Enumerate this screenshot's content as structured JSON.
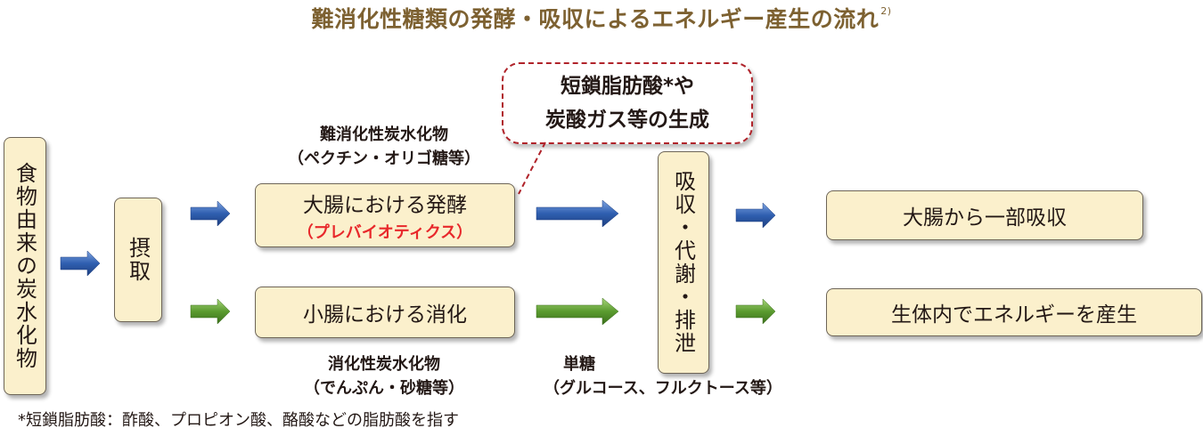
{
  "title": "難消化性糖類の発酵・吸収によるエネルギー産生の流れ",
  "title_ref": "2)",
  "nodes": {
    "food": "食物由来の炭水化物",
    "intake": "摂取",
    "large_ferment": "大腸における発酵",
    "prebiotics": "（プレバイオティクス）",
    "small_digest": "小腸における消化",
    "absorb": "吸収・代謝・排泄",
    "partial_absorb": "大腸から一部吸収",
    "energy": "生体内でエネルギーを産生"
  },
  "labels": {
    "indigestible_line1": "難消化性炭水化物",
    "indigestible_line2": "（ペクチン・オリゴ糖等）",
    "digestible_line1": "消化性炭水化物",
    "digestible_line2": "（でんぷん・砂糖等）",
    "mono_line1": "単糖",
    "mono_line2": "（グルコース、フルクトース等）"
  },
  "callout": {
    "line1": "短鎖脂肪酸*や",
    "line2": "炭酸ガス等の生成"
  },
  "footnote": "*短鎖脂肪酸：酢酸、プロピオン酸、酪酸などの脂肪酸を指す",
  "colors": {
    "blue_arrow": "#2f5fb0",
    "green_arrow": "#5a9b2f",
    "box_fill": "#fbf0cc",
    "title": "#7d6131",
    "accent_red": "#e8282b",
    "callout_border": "#b0232a"
  }
}
